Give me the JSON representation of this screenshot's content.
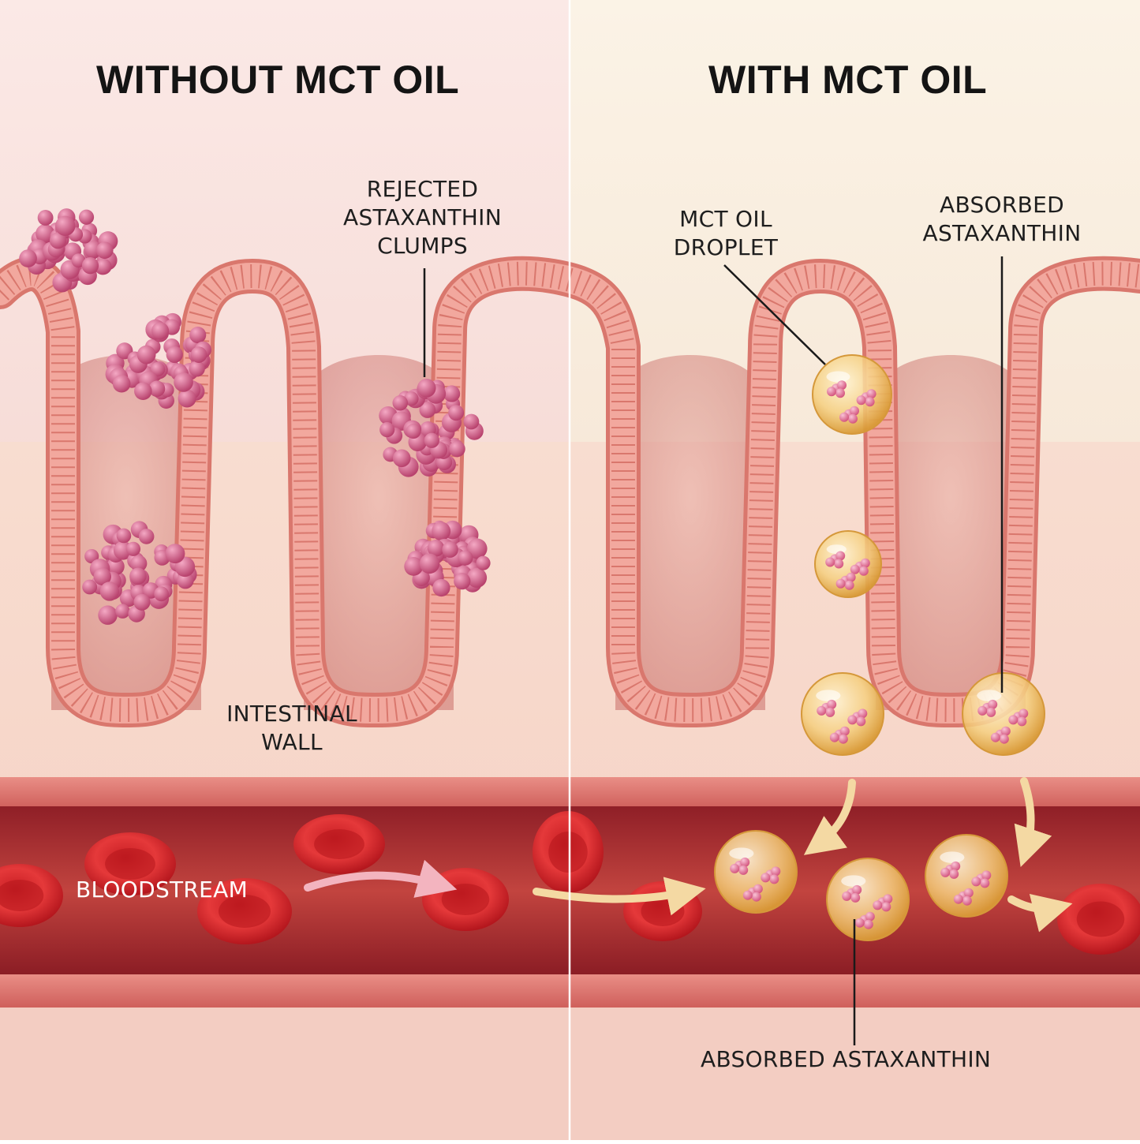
{
  "panels": {
    "left": {
      "title": "WITHOUT MCT OIL"
    },
    "right": {
      "title": "WITH MCT OIL"
    }
  },
  "labels": {
    "rejected_clumps": [
      "REJECTED",
      "ASTAXANTHIN",
      "CLUMPS"
    ],
    "intestinal_wall": [
      "INTESTINAL",
      "WALL"
    ],
    "bloodstream": "BLOODSTREAM",
    "mct_oil_droplet": [
      "MCT OIL",
      "DROPLET"
    ],
    "absorbed_astaxanthin_top": [
      "ABSORBED",
      "ASTAXANTHIN"
    ],
    "absorbed_astaxanthin_bottom": "ABSORBED ASTAXANTHIN"
  },
  "colors": {
    "left_background": "#f6dcd8",
    "right_background": "#f8ecd8",
    "villus_wall": "#e98f84",
    "tissue": "#f6d6c8",
    "vessel": "#b8343a",
    "blood_cell": "#d9262b",
    "astaxanthin_clump": "#d9658d",
    "mct_droplet": "#f2c267",
    "arrow_left": "#f3b4bf",
    "arrow_right": "#f4d9a3"
  }
}
